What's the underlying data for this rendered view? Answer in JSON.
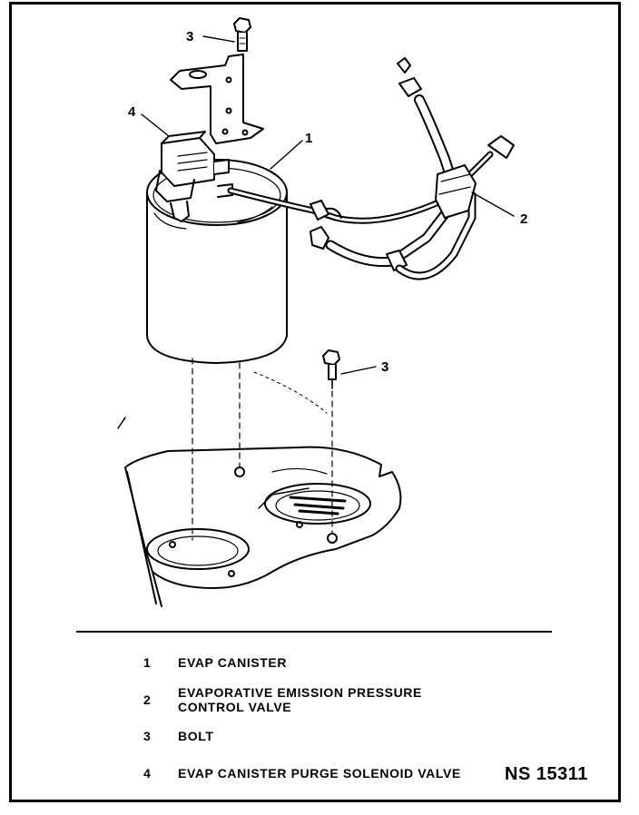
{
  "figure": {
    "code": "NS 15311",
    "callouts": [
      {
        "id": "c3a",
        "label": "3"
      },
      {
        "id": "c4",
        "label": "4"
      },
      {
        "id": "c1",
        "label": "1"
      },
      {
        "id": "c2",
        "label": "2"
      },
      {
        "id": "c3b",
        "label": "3"
      }
    ]
  },
  "legend": [
    {
      "num": "1",
      "line1": "EVAP CANISTER",
      "line2": ""
    },
    {
      "num": "2",
      "line1": "EVAPORATIVE EMISSION PRESSURE",
      "line2": "CONTROL VALVE"
    },
    {
      "num": "3",
      "line1": "BOLT",
      "line2": ""
    },
    {
      "num": "4",
      "line1": "EVAP CANISTER PURGE SOLENOID VALVE",
      "line2": ""
    }
  ]
}
